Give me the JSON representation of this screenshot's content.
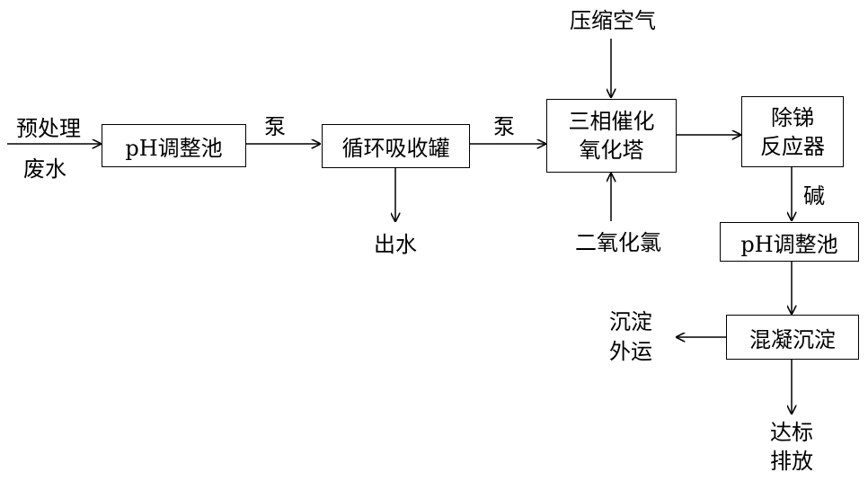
{
  "inputs": {
    "pretreat": "预处理",
    "wastewater": "废水"
  },
  "boxes": {
    "ph1": "pH调整池",
    "circ": "循环吸收罐",
    "tower": [
      "三相催化",
      "氧化塔"
    ],
    "sb": [
      "除锑",
      "反应器"
    ],
    "ph2": "pH调整池",
    "coag": "混凝沉淀"
  },
  "labels": {
    "pump1": "泵",
    "pump2": "泵",
    "outlet": "出水",
    "air": "压缩空气",
    "clo2": "二氧化氯",
    "alkali": "碱",
    "sludge": [
      "沉淀",
      "外运"
    ],
    "discharge": [
      "达标",
      "排放"
    ]
  }
}
